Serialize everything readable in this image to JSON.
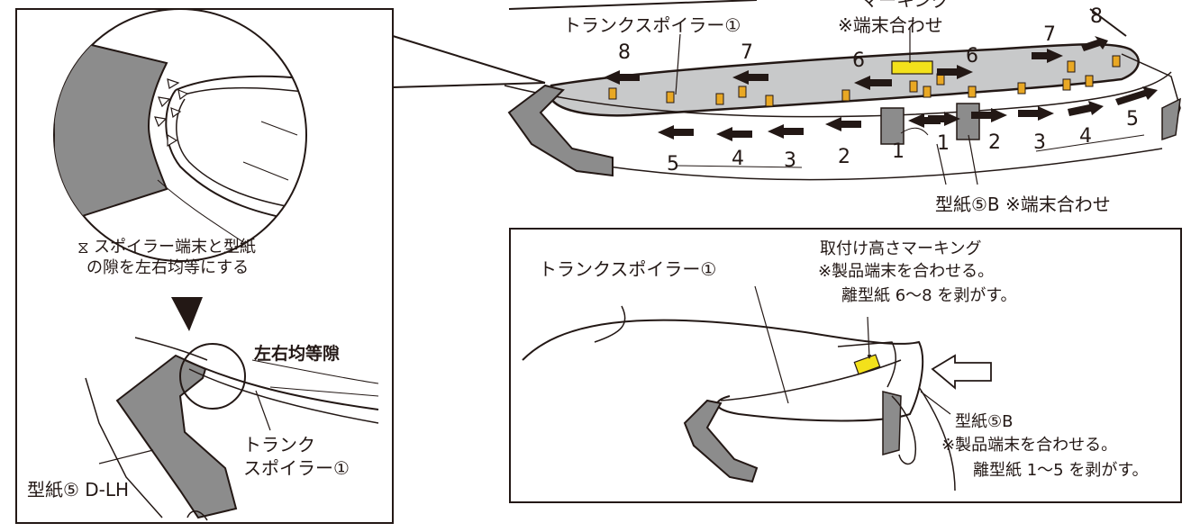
{
  "colors": {
    "ink": "#231815",
    "spoiler_gray": "#c8c9ca",
    "template_gray": "#8c8c8c",
    "marking_yellow": "#f3e11b",
    "tape_orange": "#e9a824"
  },
  "left_panel": {
    "circle_caption_line1": "スポイラー端末と型紙",
    "circle_caption_line2": "の隙を左右均等にする",
    "gap_symbol": "⧖",
    "even_gap_label": "左右均等隙",
    "trunk_label_line1": "トランク",
    "trunk_label_line2": "スポイラー①",
    "template_label": "型紙⑤ D-LH"
  },
  "top_right": {
    "marking_label_partial": "マーキング",
    "marking_note": "※端末合わせ",
    "spoiler_label": "トランクスポイラー①",
    "template_label": "型紙⑤B ※端末合わせ",
    "upper_numbers": [
      "8",
      "7",
      "6",
      "6",
      "7",
      "8"
    ],
    "lower_left_numbers": [
      "5",
      "4",
      "3",
      "2",
      "1"
    ],
    "lower_right_numbers": [
      "1",
      "2",
      "3",
      "4",
      "5"
    ]
  },
  "bottom_right": {
    "spoiler_label": "トランクスポイラー①",
    "marking_line1": "取付け高さマーキング",
    "marking_line2": "※製品端末を合わせる。",
    "marking_line3": "離型紙 6～8 を剥がす。",
    "template_line1": "型紙⑤B",
    "template_line2": "※製品端末を合わせる。",
    "template_line3": "離型紙 1～5 を剥がす。"
  }
}
